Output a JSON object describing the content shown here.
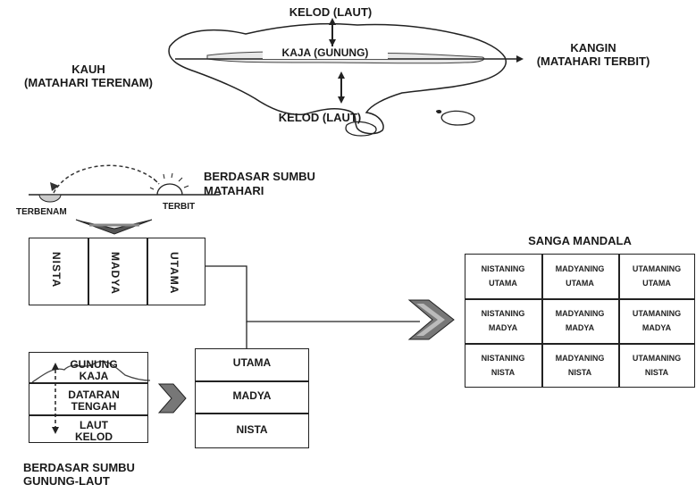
{
  "map": {
    "kelod_top": "KELOD (LAUT)",
    "kelod_bottom": "KELOD (LAUT)",
    "kaja": "KAJA (GUNUNG)",
    "kauh_line1": "KAUH",
    "kauh_line2": "(MATAHARI TERENAM)",
    "kangin_line1": "KANGIN",
    "kangin_line2": "(MATAHARI TERBIT)"
  },
  "sun_axis": {
    "title_line1": "BERDASAR SUMBU",
    "title_line2": "MATAHARI",
    "terbenam": "TERBENAM",
    "terbit": "TERBIT",
    "columns": [
      "NISTA",
      "MADYA",
      "UTAMA"
    ]
  },
  "mountain_axis": {
    "rows": [
      {
        "line1": "GUNUNG",
        "line2": "KAJA"
      },
      {
        "line1": "DATARAN",
        "line2": "TENGAH"
      },
      {
        "line1": "LAUT",
        "line2": "KELOD"
      }
    ],
    "title_line1": "BERDASAR SUMBU",
    "title_line2": "GUNUNG-LAUT"
  },
  "middle_stack": [
    "UTAMA",
    "MADYA",
    "NISTA"
  ],
  "sanga_mandala": {
    "title": "SANGA MANDALA",
    "cells": [
      [
        [
          "NISTANING",
          "UTAMA"
        ],
        [
          "MADYANING",
          "UTAMA"
        ],
        [
          "UTAMANING",
          "UTAMA"
        ]
      ],
      [
        [
          "NISTANING",
          "MADYA"
        ],
        [
          "MADYANING",
          "MADYA"
        ],
        [
          "UTAMANING",
          "MADYA"
        ]
      ],
      [
        [
          "NISTANING",
          "NISTA"
        ],
        [
          "MADYANING",
          "NISTA"
        ],
        [
          "UTAMANING",
          "NISTA"
        ]
      ]
    ]
  }
}
